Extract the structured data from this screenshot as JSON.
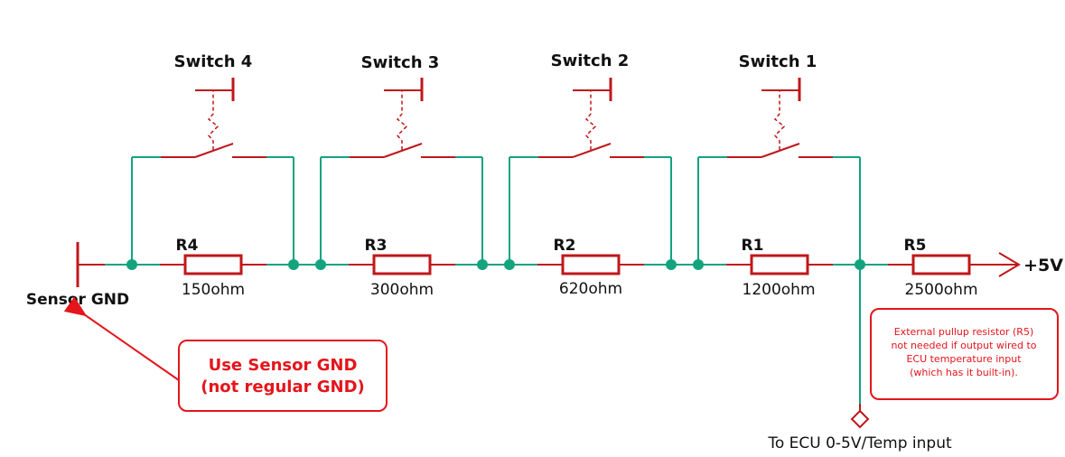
{
  "colors": {
    "component": "#c0171b",
    "wire": "#14a37f",
    "callout": "#e4151b",
    "text": "#111111"
  },
  "switches": [
    {
      "label": "Switch 4"
    },
    {
      "label": "Switch 3"
    },
    {
      "label": "Switch 2"
    },
    {
      "label": "Switch 1"
    }
  ],
  "resistors": [
    {
      "name": "R4",
      "value": "150ohm"
    },
    {
      "name": "R3",
      "value": "300ohm"
    },
    {
      "name": "R2",
      "value": "620ohm"
    },
    {
      "name": "R1",
      "value": "1200ohm"
    },
    {
      "name": "R5",
      "value": "2500ohm"
    }
  ],
  "ground_label": "Sensor GND",
  "supply_label": "+5V",
  "output_label": "To ECU 0-5V/Temp input",
  "callout_gnd": {
    "line1": "Use Sensor GND",
    "line2": "(not regular GND)"
  },
  "callout_r5": {
    "lines": [
      "External pullup resistor (R5)",
      "not needed if output wired to",
      "ECU temperature input",
      "(which has it built-in)."
    ]
  }
}
